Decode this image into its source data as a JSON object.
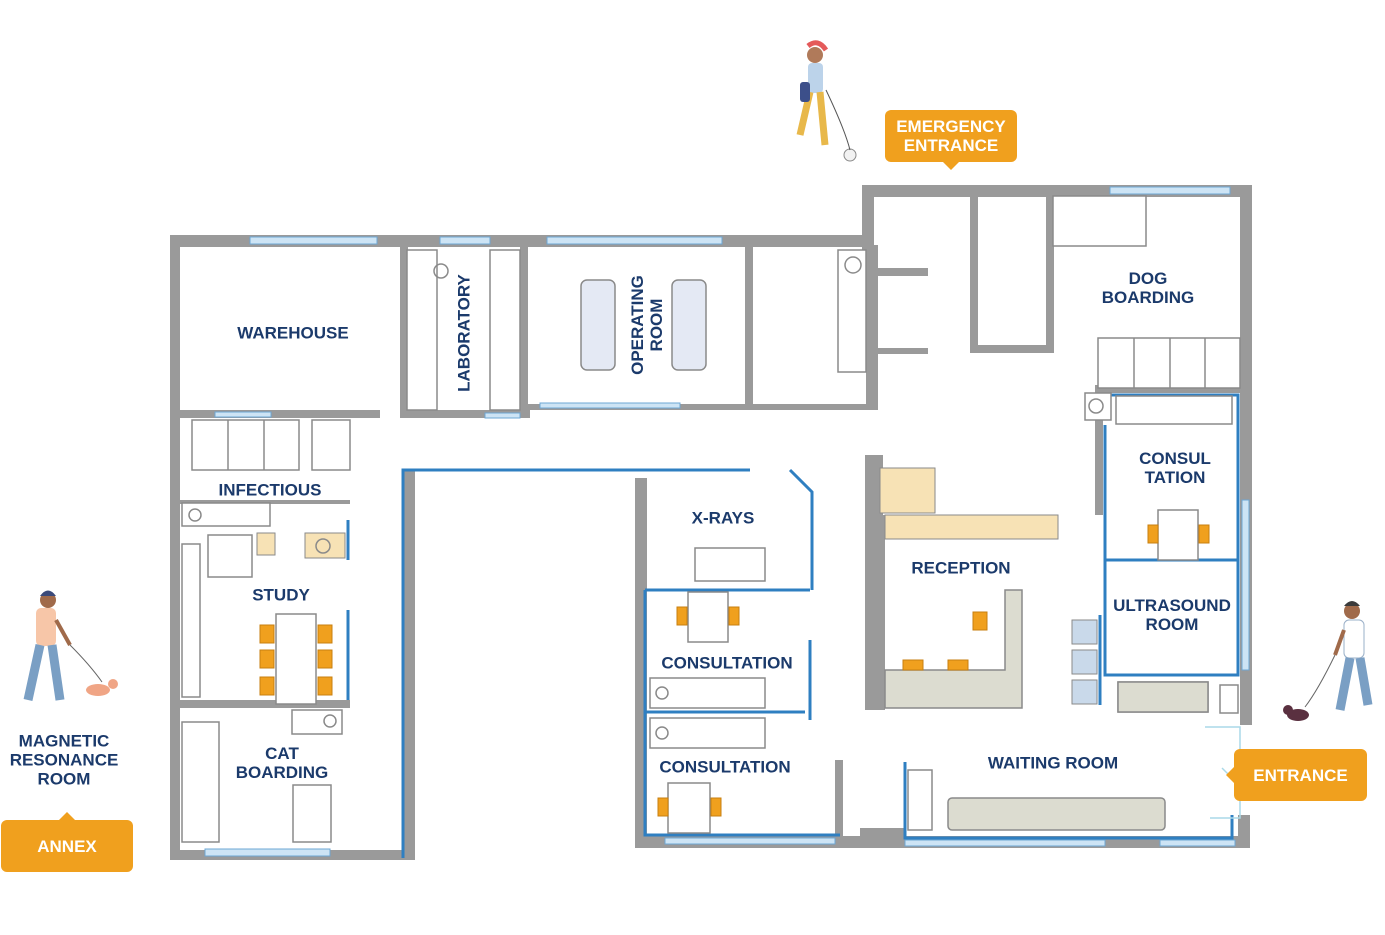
{
  "rooms": {
    "warehouse": "WAREHOUSE",
    "laboratory": "LABORATORY",
    "operating_room": "OPERATING\nROOM",
    "dog_boarding": "DOG\nBOARDING",
    "infectious": "INFECTIOUS",
    "study": "STUDY",
    "cat_boarding": "CAT\nBOARDING",
    "x_rays": "X-RAYS",
    "consultation_1": "CONSULTATION",
    "consultation_2": "CONSULTATION",
    "reception": "RECEPTION",
    "consultation_3": "CONSUL\nTATION",
    "ultrasound_room": "ULTRASOUND\nROOM",
    "waiting_room": "WAITING ROOM",
    "magnetic_resonance_room": "MAGNETIC\nRESONANCE\nROOM"
  },
  "tags": {
    "emergency_entrance": "EMERGENCY\nENTRANCE",
    "entrance": "ENTRANCE",
    "annex": "ANNEX"
  },
  "colors": {
    "wall": "#9a9a9a",
    "blue_wall": "#2f7fc1",
    "label": "#1b3a6b",
    "tag": "#f0a01e",
    "chair": "#f0a01e",
    "counter": "#f7e2b5"
  }
}
